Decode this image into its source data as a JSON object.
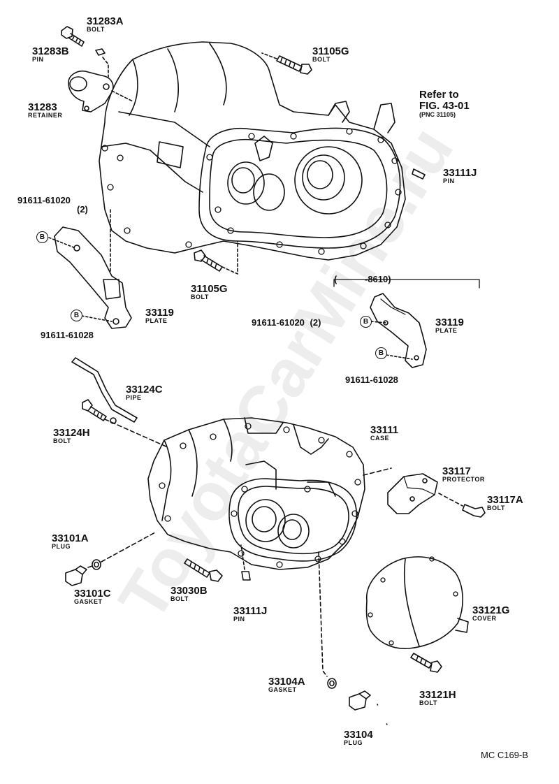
{
  "watermark": "ToyotaCarMine.ru",
  "diagram_code": "MC C169-B",
  "reference": {
    "line1": "Refer to",
    "line2": "FIG. 43-01",
    "line3": "(PNC 31105)"
  },
  "date_bracket": {
    "open": "(",
    "text": "-8610)"
  },
  "parts": {
    "p31283A": {
      "number": "31283A",
      "name": "BOLT"
    },
    "p31283B": {
      "number": "31283B",
      "name": "PIN"
    },
    "p31283": {
      "number": "31283",
      "name": "RETAINER"
    },
    "p31105G_top": {
      "number": "31105G",
      "name": "BOLT"
    },
    "p33111J_top": {
      "number": "33111J",
      "name": "PIN"
    },
    "p91611_61020_top": {
      "number": "91611-61020",
      "qty": "(2)"
    },
    "p31105G_mid": {
      "number": "31105G",
      "name": "BOLT"
    },
    "p33119_left": {
      "number": "33119",
      "name": "PLATE"
    },
    "p91611_61028_left": {
      "number": "91611-61028"
    },
    "p91611_61020_right": {
      "number": "91611-61020",
      "qty": "(2)"
    },
    "p33119_right": {
      "number": "33119",
      "name": "PLATE"
    },
    "p91611_61028_right": {
      "number": "91611-61028"
    },
    "p33124C": {
      "number": "33124C",
      "name": "PIPE"
    },
    "p33124H": {
      "number": "33124H",
      "name": "BOLT"
    },
    "p33111": {
      "number": "33111",
      "name": "CASE"
    },
    "p33117": {
      "number": "33117",
      "name": "PROTECTOR"
    },
    "p33117A": {
      "number": "33117A",
      "name": "BOLT"
    },
    "p33101A": {
      "number": "33101A",
      "name": "PLUG"
    },
    "p33101C": {
      "number": "33101C",
      "name": "GASKET"
    },
    "p33030B": {
      "number": "33030B",
      "name": "BOLT"
    },
    "p33111J_bot": {
      "number": "33111J",
      "name": "PIN"
    },
    "p33121G": {
      "number": "33121G",
      "name": "COVER"
    },
    "p33104A": {
      "number": "33104A",
      "name": "GASKET"
    },
    "p33121H": {
      "number": "33121H",
      "name": "BOLT"
    },
    "p33104": {
      "number": "33104",
      "name": "PLUG"
    }
  },
  "marker_letter": "B"
}
